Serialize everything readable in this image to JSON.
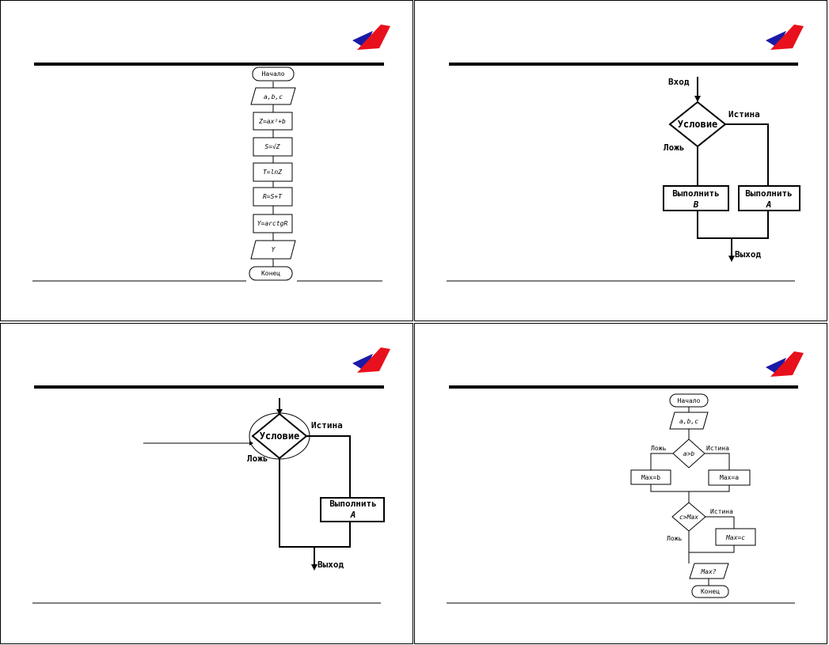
{
  "slides": {
    "s1": {
      "flow": {
        "start": "Начало",
        "input": "a,b,c",
        "step1": "Z=ax²+b",
        "step2": "S=√Z",
        "step3": "T=lnZ",
        "step4": "R=S+T",
        "step5": "Y=arctgR",
        "output": "Y",
        "end": "Конец"
      }
    },
    "s2": {
      "flow": {
        "entry": "Вход",
        "condition": "Условие",
        "true_label": "Истина",
        "false_label": "Ложь",
        "action_b_line1": "Выполнить",
        "action_b_line2": "B",
        "action_a_line1": "Выполнить",
        "action_a_line2": "A",
        "exit": "Выход"
      }
    },
    "s3": {
      "flow": {
        "condition": "Условие",
        "true_label": "Истина",
        "false_label": "Ложь",
        "action_a_line1": "Выполнить",
        "action_a_line2": "A",
        "exit": "Выход"
      }
    },
    "s4": {
      "flow": {
        "start": "Начало",
        "input": "a,b,c",
        "cond1": "a>b",
        "cond1_false": "Ложь",
        "cond1_true": "Истина",
        "assign_b": "Max=b",
        "assign_a": "Max=a",
        "cond2": "c>Max",
        "cond2_true": "Истина",
        "cond2_false": "Ложь",
        "assign_c": "Max=c",
        "output": "Max?",
        "end": "Конец"
      }
    }
  },
  "logo": {
    "red": "#e8101c",
    "blue": "#1a1aa8"
  }
}
